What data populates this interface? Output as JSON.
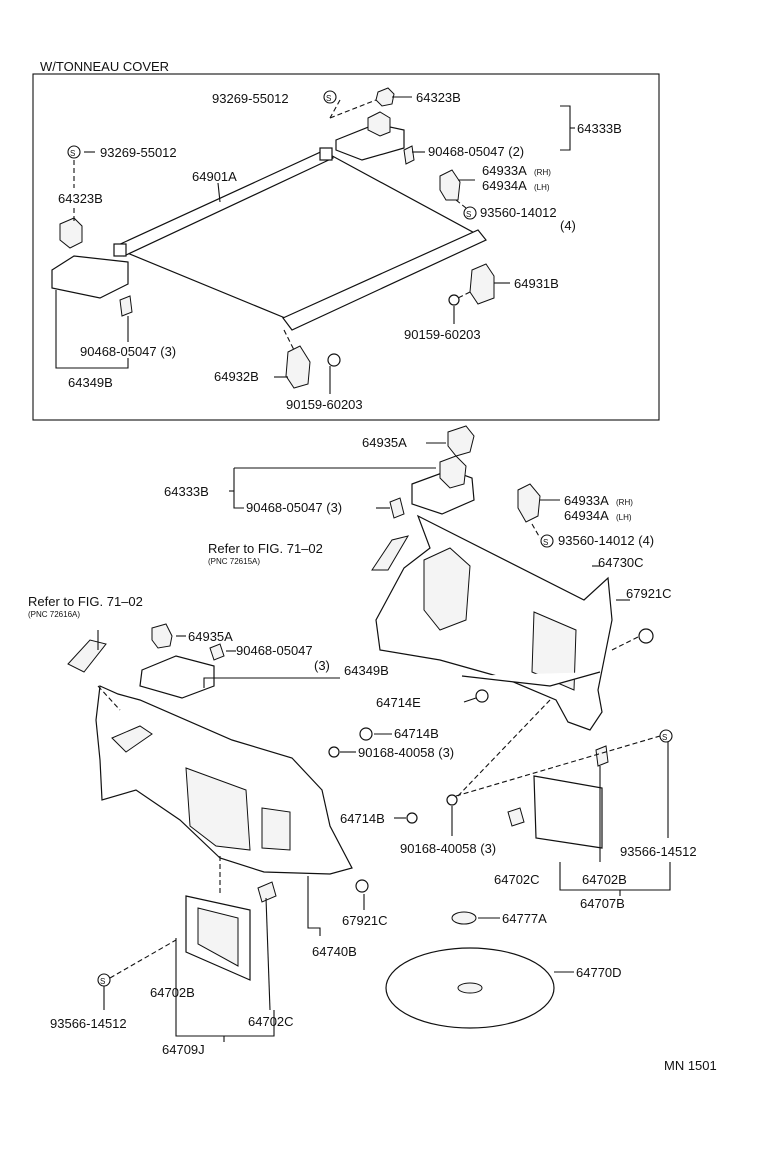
{
  "header": {
    "title": "W/TONNEAU COVER"
  },
  "footer": {
    "code": "MN 1501"
  },
  "refs": {
    "ref1_text": "Refer to FIG. 71–02",
    "ref1_pnc": "(PNC 72615A)",
    "ref2_text": "Refer to FIG. 71–02",
    "ref2_pnc": "(PNC 72616A)"
  },
  "labels": [
    "93269-55012",
    "64323B",
    "64333B",
    "90468-05047 (2)",
    "64933A",
    "64934A",
    "93560-14012",
    "(4)",
    "93269-55012",
    "64901A",
    "64323B",
    "64931B",
    "90159-60203",
    "90468-05047 (3)",
    "64349B",
    "64932B",
    "90159-60203",
    "64935A",
    "64333B",
    "90468-05047 (3)",
    "64933A",
    "64934A",
    "93560-14012 (4)",
    "64730C",
    "67921C",
    "64935A",
    "90468-05047",
    "(3)",
    "64349B",
    "64714E",
    "64714B",
    "90168-40058 (3)",
    "64714B",
    "90168-40058 (3)",
    "93566-14512",
    "64702C",
    "64702B",
    "64707B",
    "67921C",
    "64740B",
    "64777A",
    "64770D",
    "64702B",
    "93566-14512",
    "64702C",
    "64709J"
  ],
  "sides": {
    "rh": "(RH)",
    "lh": "(LH)"
  },
  "clip_symbol": "S"
}
